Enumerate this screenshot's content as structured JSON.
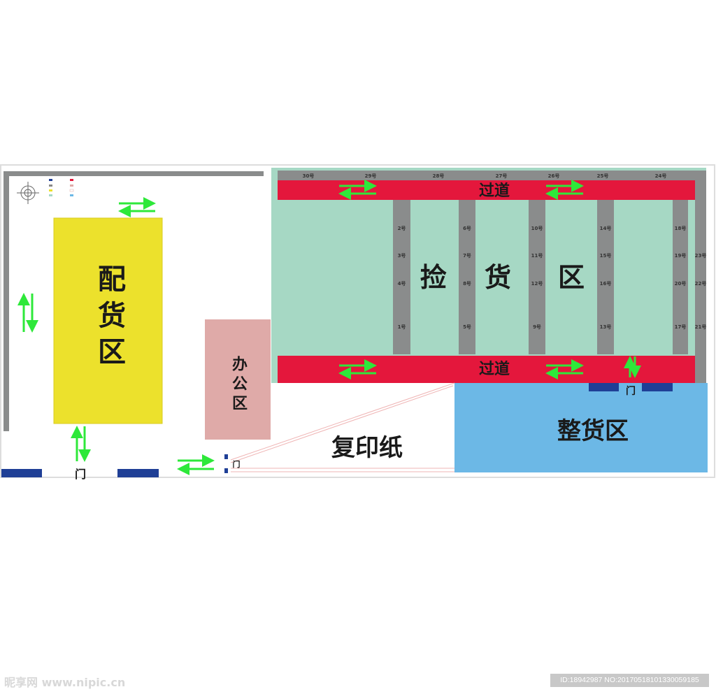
{
  "zones": {
    "distribution": "配货区",
    "office": "办公区",
    "picking": [
      "捡",
      "货",
      "区"
    ],
    "bulk": "整货区",
    "copy_paper": "复印纸",
    "aisle_top": "过道",
    "aisle_bottom": "过道",
    "door": "门"
  },
  "top_racks": [
    "30号",
    "29号",
    "28号",
    "27号",
    "26号",
    "25号",
    "24号"
  ],
  "rack_columns": [
    [
      "2号",
      "3号",
      "4号",
      "1号"
    ],
    [
      "6号",
      "7号",
      "8号",
      "5号"
    ],
    [
      "10号",
      "11号",
      "12号",
      "9号"
    ],
    [
      "14号",
      "15号",
      "16号",
      "13号"
    ],
    [
      "18号",
      "19号",
      "20号",
      "17号"
    ],
    [
      "23号",
      "22号",
      "21号"
    ]
  ],
  "colors": {
    "distribution": "#ece12c",
    "office": "#dfaaa8",
    "picking": "#a6d8c4",
    "bulk": "#6cb8e6",
    "aisle": "#e4173c",
    "rack": "#8a8c8c",
    "door": "#1f3f96",
    "arrow": "#2ee83a"
  },
  "watermark": "昵享网 www.nipic.cn",
  "image_id": "ID:18942987 NO:20170518101330059185"
}
